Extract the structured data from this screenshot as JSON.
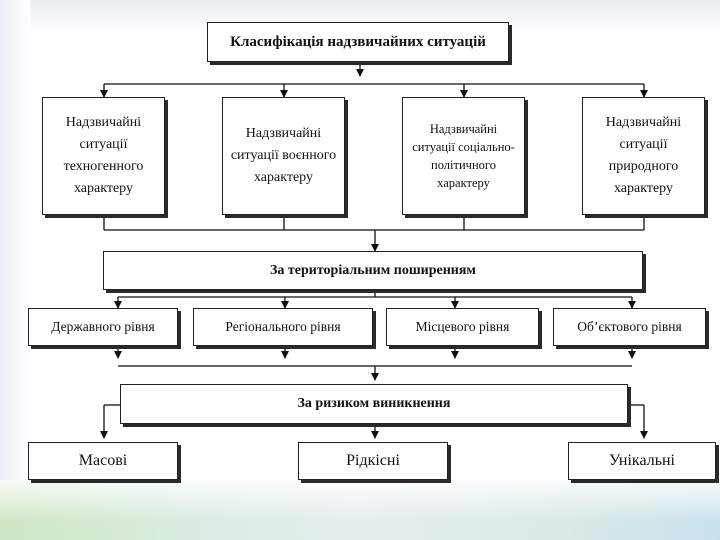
{
  "diagram": {
    "root": "Класифікація надзвичайних ситуацій",
    "categories": [
      "Надзвичайні ситуації техногенного характеру",
      "Надзвичайні ситуації воєнного характеру",
      "Надзвичайні ситуації соціально-політичного характеру",
      "Надзвичайні ситуації природного характеру"
    ],
    "territorial": {
      "title": "За територіальним поширенням",
      "levels": [
        "Державного рівня",
        "Регіонального рівня",
        "Місцевого рівня",
        "Об’єктового рівня"
      ]
    },
    "risk": {
      "title": "За ризиком виникнення",
      "levels": [
        "Масові",
        "Рідкісні",
        "Унікальні"
      ]
    }
  },
  "colors": {
    "line": "#111111",
    "shadow": "#2a2a2a",
    "box_fill": "#ffffff"
  }
}
